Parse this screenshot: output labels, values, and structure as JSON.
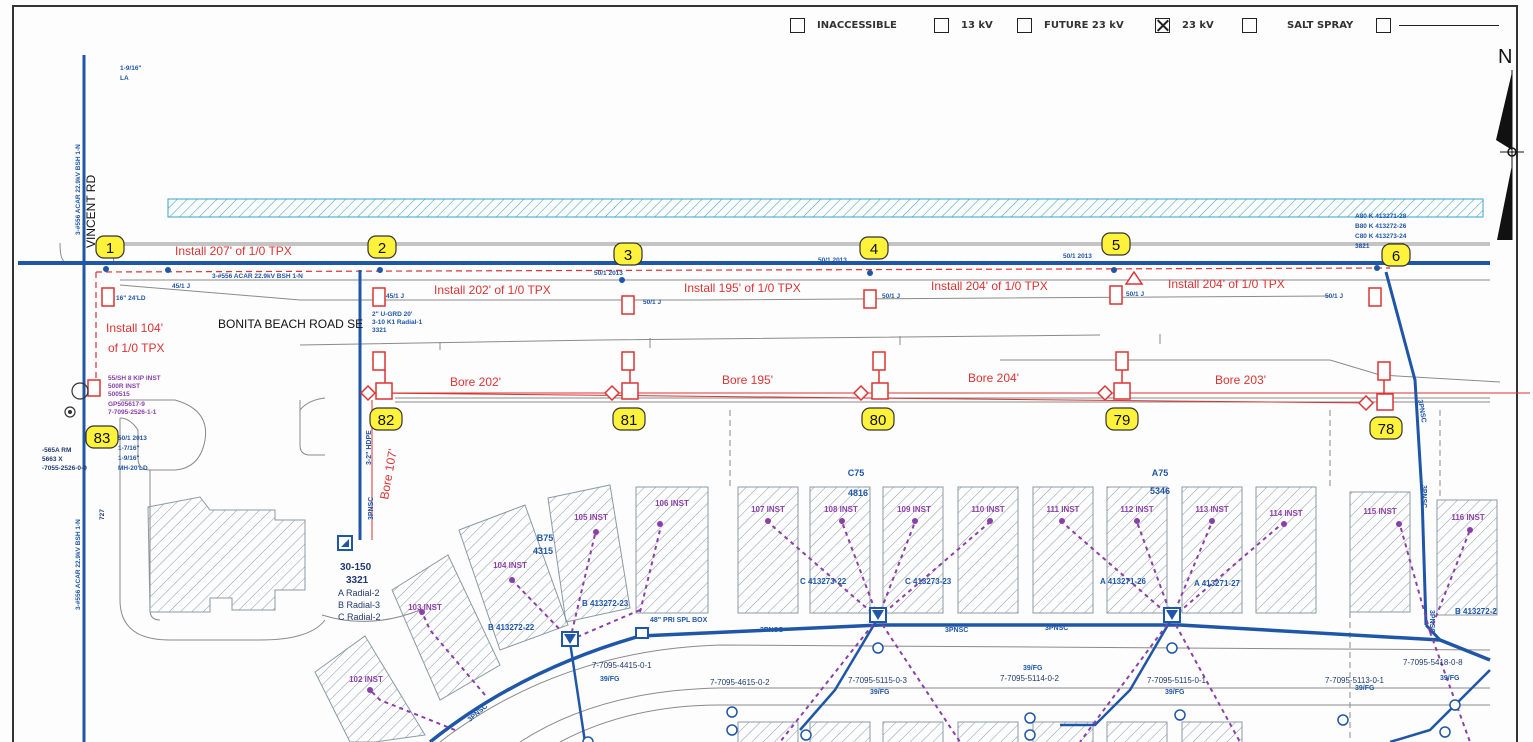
{
  "legend": {
    "items": [
      {
        "label": "INACCESSIBLE",
        "checked": false
      },
      {
        "label": "13 kV",
        "checked": false
      },
      {
        "label": "FUTURE 23 kV",
        "checked": false
      },
      {
        "label": "23 kV",
        "checked": true
      },
      {
        "label": "SALT SPRAY",
        "checked": false
      },
      {
        "label": "",
        "checked": false
      }
    ]
  },
  "north_arrow": "N",
  "poles": [
    "1",
    "2",
    "3",
    "4",
    "5",
    "6"
  ],
  "install_labels": [
    "Install 207' of 1/0 TPX",
    "Install 202' of 1/0 TPX",
    "Install 195' of 1/0 TPX",
    "Install 204' of 1/0 TPX",
    "Install 204' of 1/0 TPX"
  ],
  "install_vertical": [
    "Install 104'",
    "of 1/0 TPX"
  ],
  "road_name": "BONITA BEACH ROAD SE",
  "road_name_vertical": "VINCENT RD",
  "bore_labels": [
    "Bore 202'",
    "Bore 195'",
    "Bore 204'",
    "Bore 203'"
  ],
  "bore_vertical": "Bore 107'",
  "boxes": [
    "82",
    "81",
    "80",
    "79",
    "78",
    "83"
  ],
  "transformer_labels": [
    {
      "title": "C75",
      "num": "4816"
    },
    {
      "title": "A75",
      "num": "5346"
    },
    {
      "title": "B75",
      "num": "4315"
    }
  ],
  "switch_label": [
    "30-150",
    "3321",
    "A Radial-2",
    "B Radial-3",
    "C Radial-2"
  ],
  "lot_labels": [
    "107 INST",
    "108 INST",
    "109 INST",
    "110 INST",
    "111 INST",
    "112 INST",
    "113 INST",
    "114 INST",
    "115 INST",
    "116 INST",
    "106 INST",
    "105 INST",
    "104 INST",
    "103 INST",
    "102 INST"
  ],
  "circuit_labels": [
    "C 413273-22",
    "C 413273-23",
    "A 413271-26",
    "A 413271-27",
    "B 413272-22",
    "B 413272-23",
    "B 413272-2"
  ],
  "grid_ids": [
    "7-7095-4615-0-2",
    "7-7095-5115-0-3",
    "7-7095-5114-0-2",
    "7-7095-5115-0-1",
    "7-7095-5113-0-1",
    "7-7095-5418-0-8",
    "7-7095-4415-0-1"
  ],
  "small_labels": {
    "pole1_top": [
      "1-9/16\"",
      "LA"
    ],
    "main_line": "3-#556 ACAR 22.9kV BSH 1-N",
    "upper_line": "3-#556 ACAR 22.9kV BSH 1-N",
    "pole_tags": [
      "45/1 J",
      "50/1 2013",
      "50/1 2013",
      "50/1 2013",
      "45/1 J",
      "50/1 J",
      "50/1 J",
      "50/1 J",
      "50/1 J"
    ],
    "pole2_notes": [
      "2\" U-GRD 20'",
      "3-10 K1 Radial-1",
      "3321"
    ],
    "pole6_notes": [
      "A80 K 413271-28",
      "B80 K 413272-26",
      "C80 K 413273-24",
      "3821"
    ],
    "box83_notes": [
      "55/SH 8 KIP INST",
      "500R INST",
      "500515",
      "GP505617-9",
      "7-7095-2526-1-1"
    ],
    "box83_lower": [
      "50/1 2013",
      "1-7/16\"",
      "1-9/16\"",
      "MH-20'LD"
    ],
    "left_notes": [
      "-565A RM",
      "5663 X",
      "-7055-2526-0-0"
    ],
    "cable_3pnsc": "3PNSC",
    "pri_box": "48\" PRI SPL BOX",
    "fg_tags": [
      "39/FG",
      "39/FG",
      "39/FG",
      "39/FG",
      "39/FG",
      "39/FG"
    ],
    "hdpe": "3-2\" HDPE",
    "trunk_vertical": "3PNSC",
    "ll_tag": "16\" 24'LD",
    "rrr": "727"
  }
}
